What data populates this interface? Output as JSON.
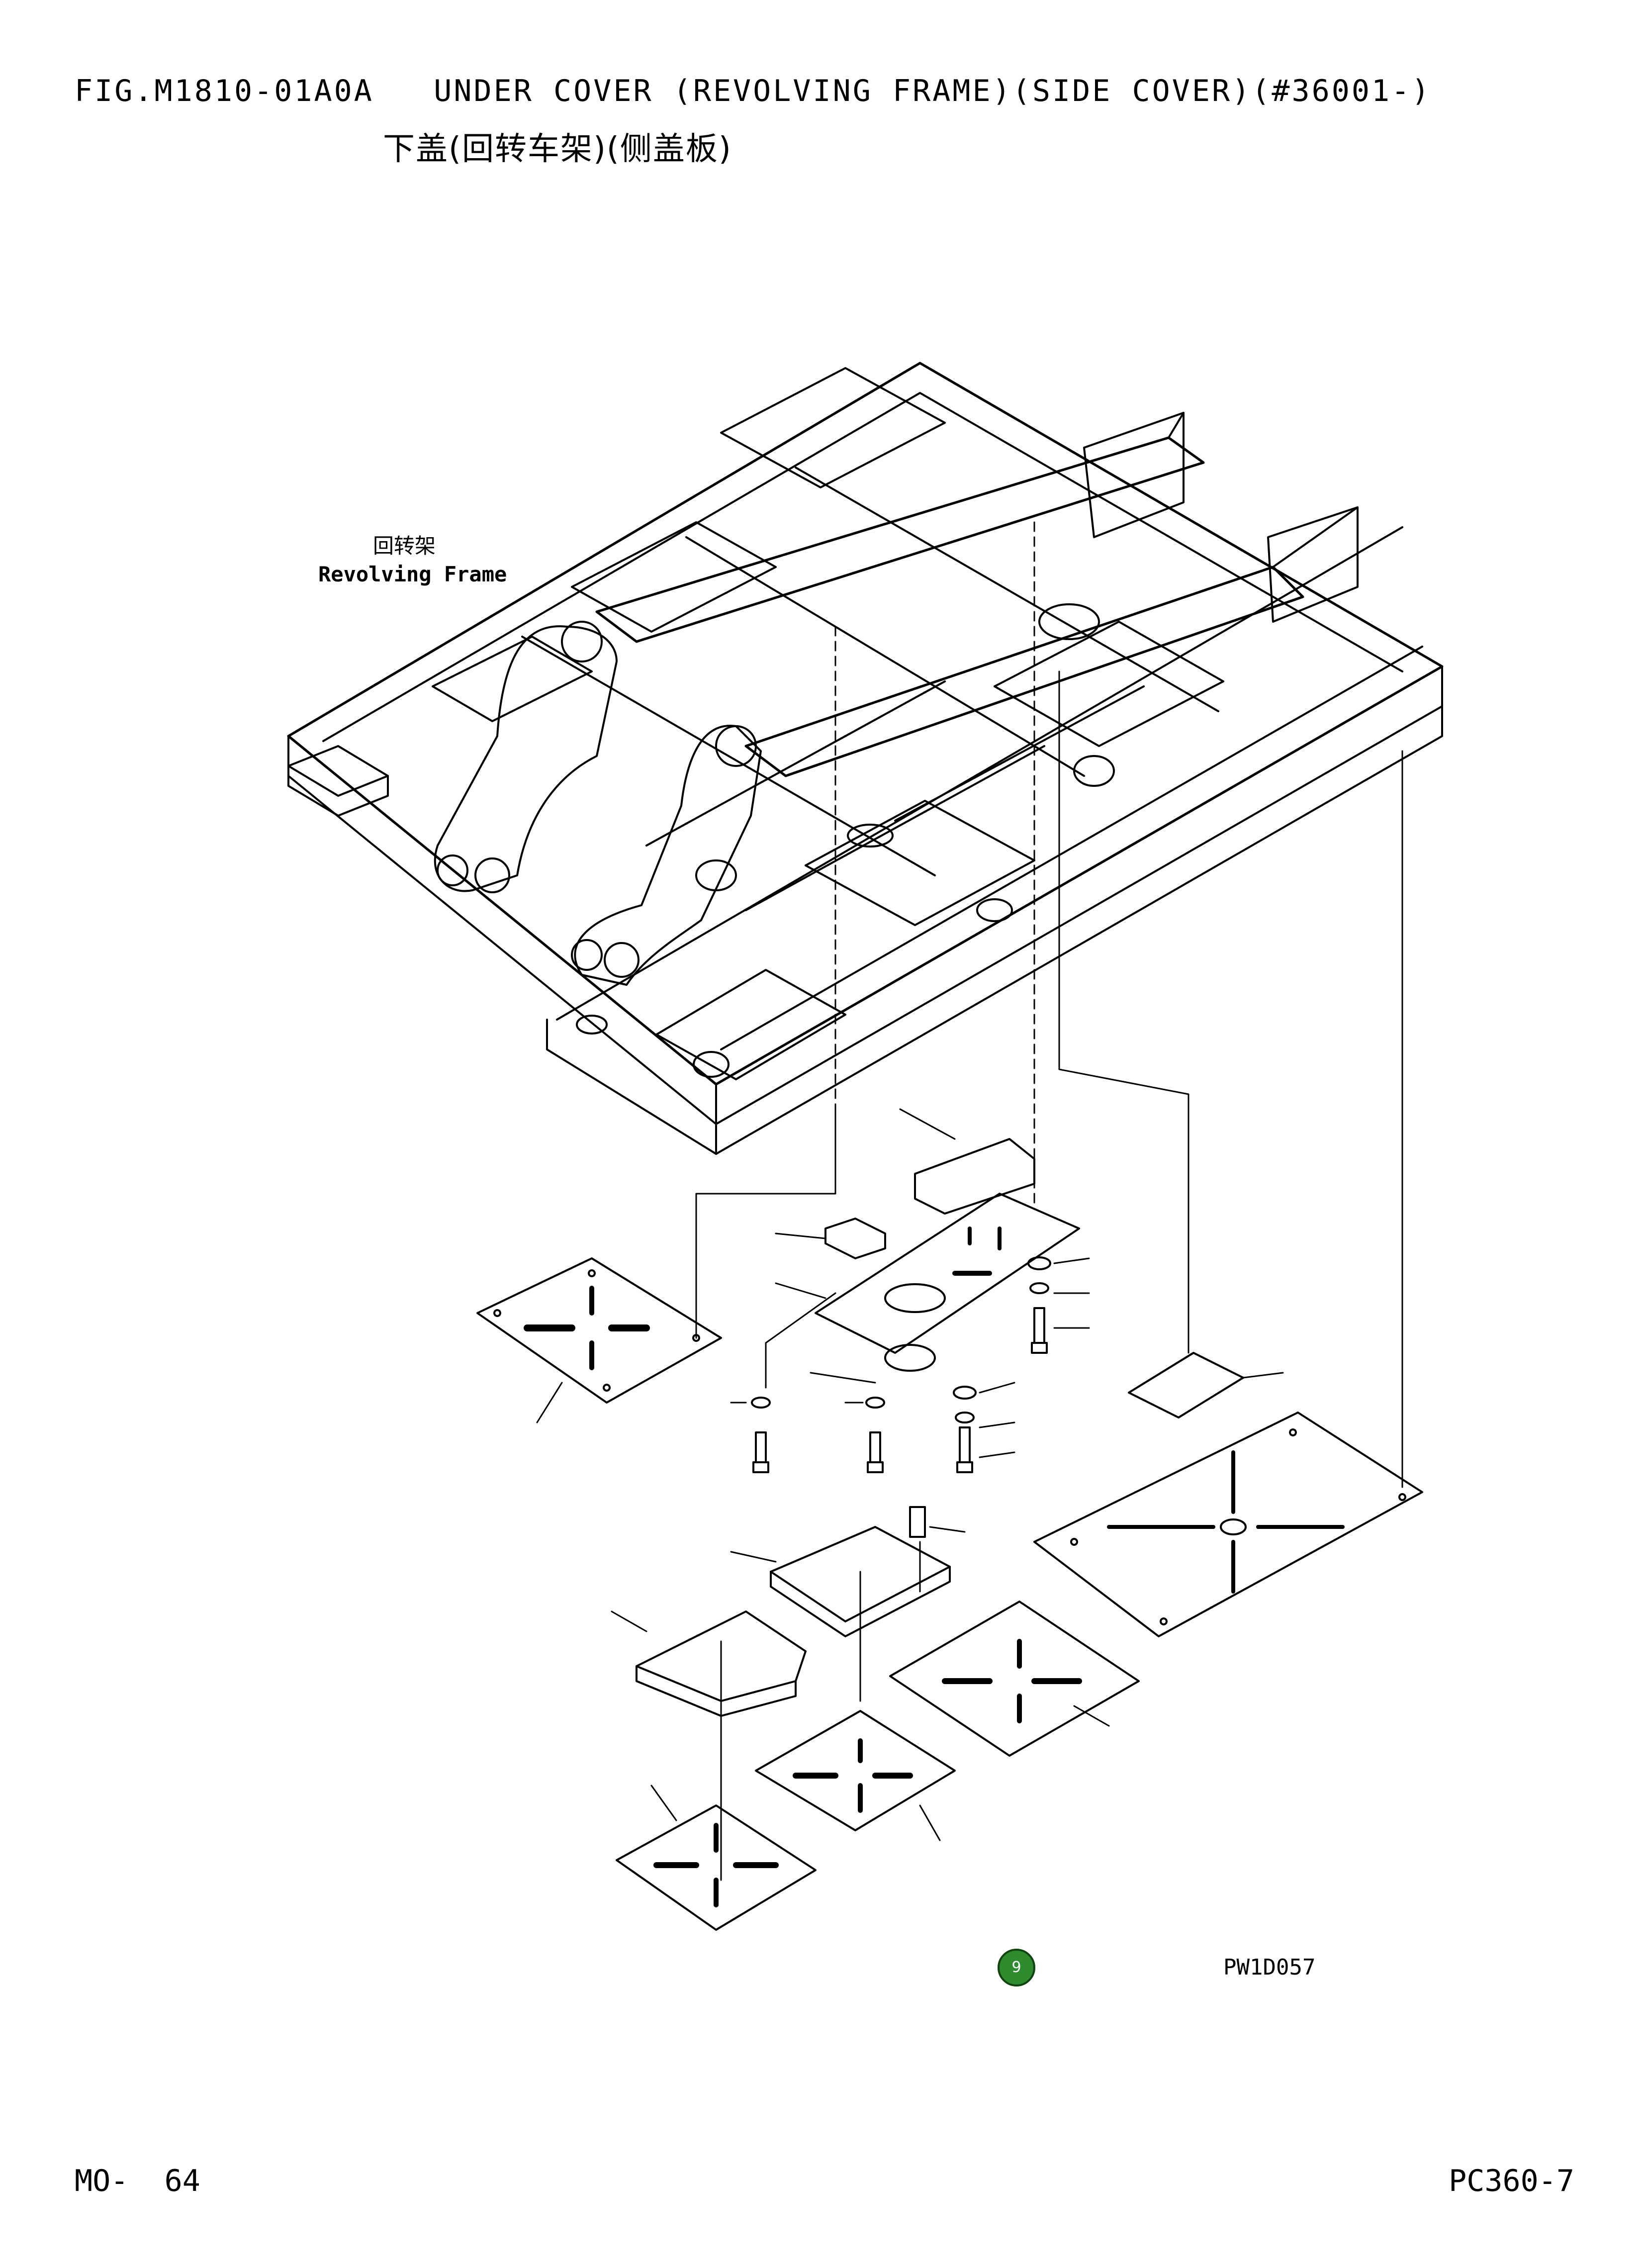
{
  "header": {
    "title": "FIG.M1810-01A0A   UNDER COVER (REVOLVING FRAME)(SIDE COVER)(#36001-)",
    "title_cn": "下盖(回转车架)(侧盖板)"
  },
  "diagram": {
    "frame_label_cn": "回转架",
    "frame_label_en": "Revolving Frame",
    "badge_number": "9",
    "badge_color": "#2e8b2e",
    "drawing_code": "PW1D057"
  },
  "footer": {
    "page": "MO-  64",
    "model": "PC360-7"
  }
}
